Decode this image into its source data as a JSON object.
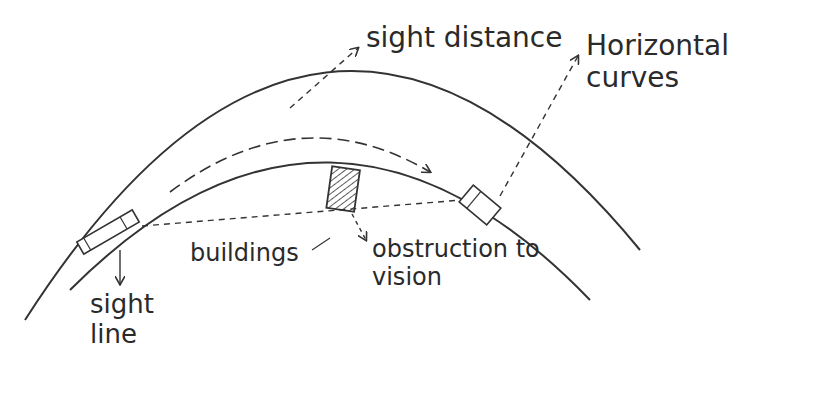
{
  "diagram": {
    "labels": [
      "sight distance",
      "Horizontal curves",
      "buildings",
      "obstruction to vision",
      "sight line"
    ]
  }
}
